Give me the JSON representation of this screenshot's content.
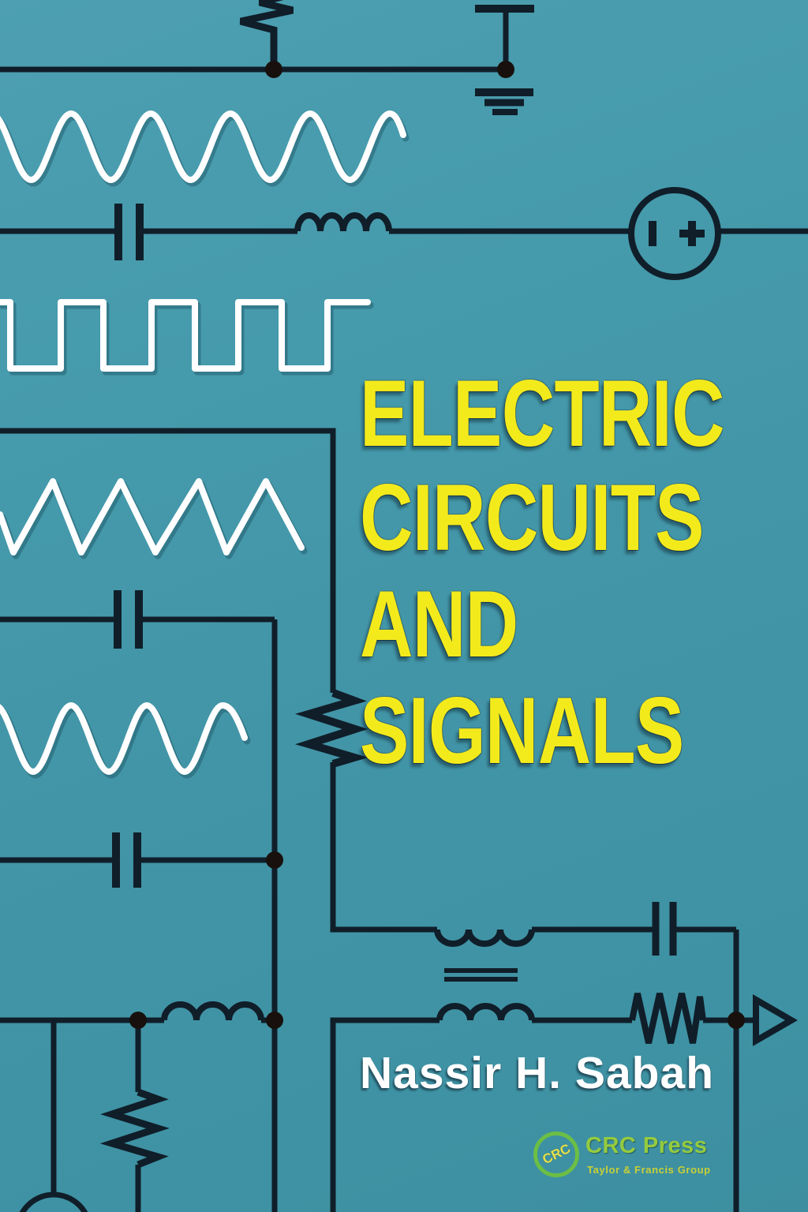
{
  "cover": {
    "title_lines": [
      "ELECTRIC",
      "CIRCUITS",
      "AND",
      "SIGNALS"
    ],
    "author": "Nassir H. Sabah",
    "publisher": {
      "logo_monogram": "CRC",
      "name": "CRC Press",
      "tagline": "Taylor & Francis Group"
    },
    "colors": {
      "background": "#4295a7",
      "ink": "#101e29",
      "wave": "#ffffff",
      "title": "#f3ea1c",
      "author": "#ffffff",
      "logo_green": "#6cbe45",
      "logo_yellow": "#e8e04a",
      "press_green": "#95cb3e",
      "tagline_yellow": "#d6d52c"
    },
    "artwork_elements": [
      "sine-wave-large",
      "square-wave",
      "triangle-wave",
      "sine-wave-small",
      "resistor",
      "capacitor",
      "inductor-coil",
      "transformer",
      "voltage-source",
      "ground-symbol",
      "junction-dot",
      "signal-arrow"
    ]
  }
}
